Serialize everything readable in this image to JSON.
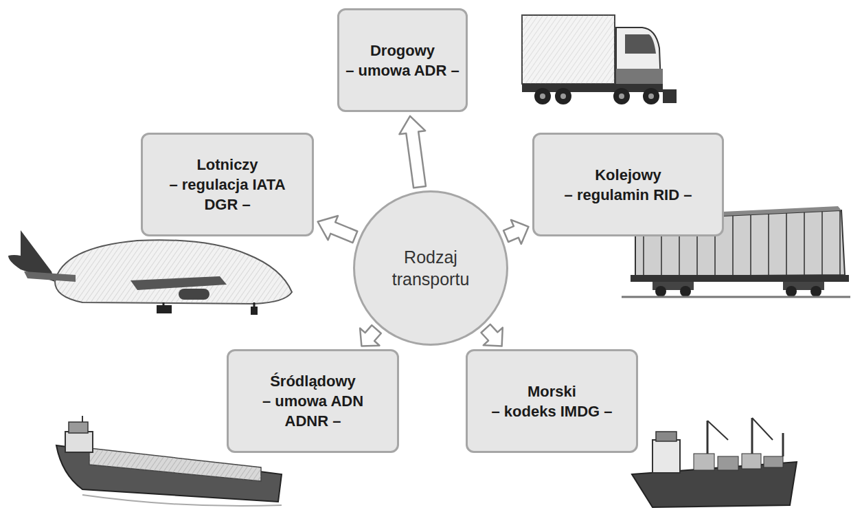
{
  "diagram": {
    "nodes": [
      {
        "text": [
          "Drogowy",
          "– umowa ADR –"
        ]
      },
      {
        "text": [
          "Lotniczy",
          "– regulacja IATA DGR –"
        ]
      },
      {
        "text": [
          "Rodzaj transportu"
        ]
      },
      {
        "text": [
          "Kolejowy",
          "– regulamin RID –"
        ]
      },
      {
        "text": [
          "Śródlądowy",
          "– umowa ADN ADNR –"
        ]
      },
      {
        "text": [
          "Morski",
          "– kodeks IMDG –"
        ]
      }
    ],
    "edges": [
      {
        "from": 2,
        "to": 0,
        "arrow": "to"
      },
      {
        "from": 2,
        "to": 1,
        "arrow": "to"
      },
      {
        "from": 2,
        "to": 3,
        "arrow": "to"
      },
      {
        "from": 2,
        "to": 4,
        "arrow": "to"
      },
      {
        "from": 2,
        "to": 5,
        "arrow": "to"
      }
    ]
  }
}
